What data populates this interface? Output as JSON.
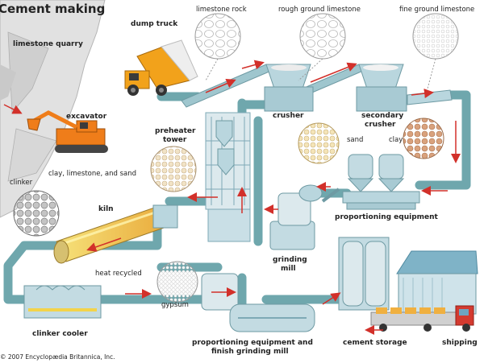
{
  "title": "Cement making",
  "copyright": "© 2007 Encyclopædia Britannica, Inc.",
  "labels": {
    "limestone_quarry": "limestone quarry",
    "dump_truck": "dump truck",
    "limestone_rock": "limestone rock",
    "rough_ground": "rough ground limestone",
    "fine_ground": "fine ground limestone",
    "excavator": "excavator",
    "crusher": "crusher",
    "secondary_crusher_1": "secondary",
    "secondary_crusher_2": "crusher",
    "preheater_1": "preheater",
    "preheater_2": "tower",
    "sand": "sand",
    "clay": "clay",
    "clay_limestone_sand": "clay, limestone, and sand",
    "clinker": "clinker",
    "kiln": "kiln",
    "proportioning_equipment": "proportioning equipment",
    "grinding_mill_1": "grinding",
    "grinding_mill_2": "mill",
    "heat_recycled": "heat recycled",
    "gypsum": "gypsum",
    "clinker_cooler": "clinker cooler",
    "prop_finish_1": "proportioning equipment and",
    "prop_finish_2": "finish grinding mill",
    "cement_storage": "cement storage",
    "shipping": "shipping"
  },
  "colors": {
    "pipe": "#6fa7ad",
    "pipe_dark": "#3f7f87",
    "machine": "#b9d6de",
    "machine_dark": "#7ea9b6",
    "arrow": "#d2302a",
    "truck": "#f2a21b",
    "excavator": "#ef7d1a",
    "quarry": "#d6d6d6",
    "kiln_glow": "#f3d34a",
    "roof": "#7fb3c7"
  }
}
